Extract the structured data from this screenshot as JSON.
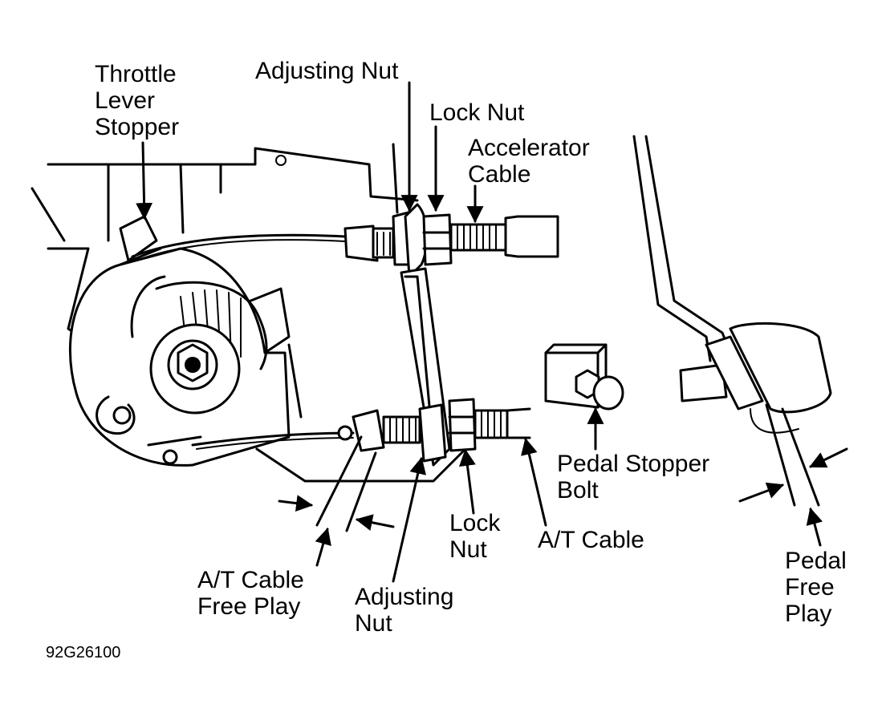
{
  "labels": {
    "throttle_lever_stopper": [
      "Throttle",
      "Lever",
      "Stopper"
    ],
    "adjusting_nut_top": "Adjusting Nut",
    "lock_nut_top": "Lock Nut",
    "accelerator_cable": [
      "Accelerator",
      "Cable"
    ],
    "pedal_stopper_bolt": [
      "Pedal Stopper",
      "Bolt"
    ],
    "lock_nut_bottom": [
      "Lock",
      "Nut"
    ],
    "at_cable": "A/T Cable",
    "at_cable_free_play": [
      "A/T Cable",
      "Free Play"
    ],
    "adjusting_nut_bottom": [
      "Adjusting",
      "Nut"
    ],
    "pedal_free_play": [
      "Pedal",
      "Free",
      "Play"
    ],
    "figure_code": "92G26100"
  },
  "colors": {
    "ink": "#000000",
    "paper": "#ffffff"
  }
}
